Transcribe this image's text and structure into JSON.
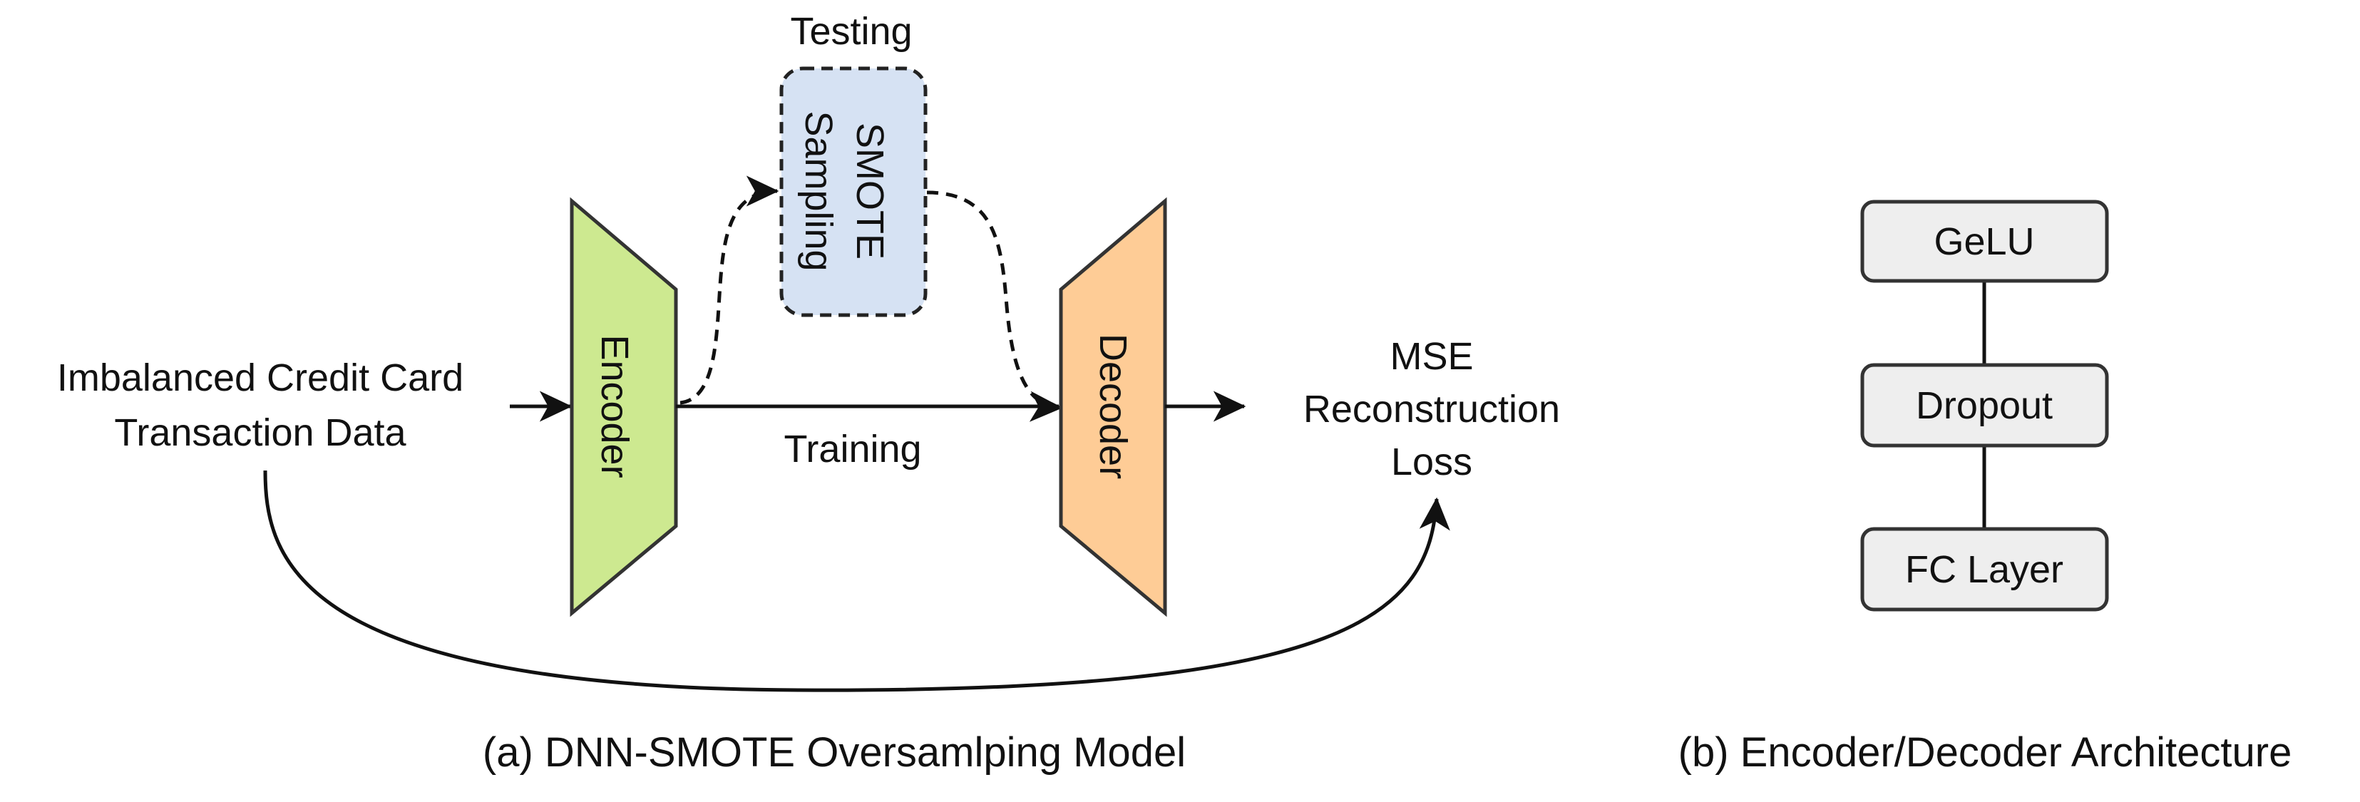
{
  "panel_a": {
    "input_label": [
      "Imbalanced Credit Card",
      "Transaction Data"
    ],
    "encoder_label": "Encoder",
    "decoder_label": "Decoder",
    "smote_label": [
      "SMOTE",
      "Sampling"
    ],
    "testing_label": "Testing",
    "training_label": "Training",
    "loss_label": [
      "MSE",
      "Reconstruction",
      "Loss"
    ],
    "caption": "(a) DNN-SMOTE Oversamlping Model"
  },
  "panel_b": {
    "layers": [
      "GeLU",
      "Dropout",
      "FC Layer"
    ],
    "caption": "(b) Encoder/Decoder Architecture"
  },
  "colors": {
    "encoder_fill": "#cde990",
    "decoder_fill": "#fecc96",
    "smote_fill": "#d6e2f3",
    "layer_fill": "#eeeeee",
    "stroke": "#333333"
  }
}
